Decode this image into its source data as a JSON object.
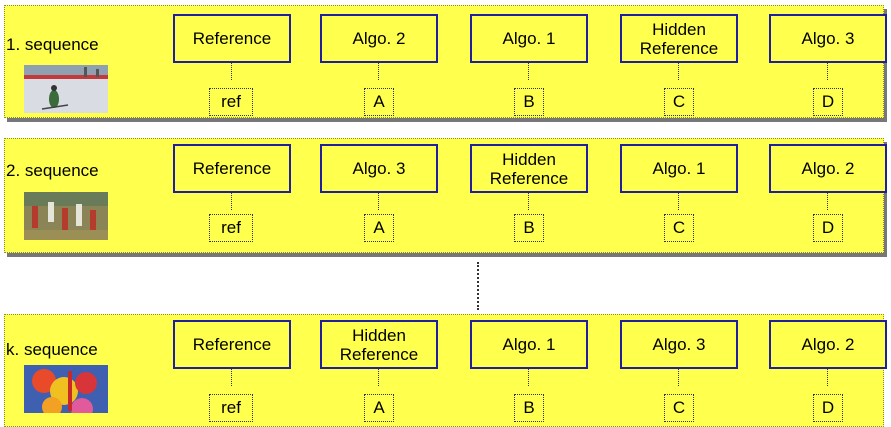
{
  "rows": [
    {
      "label": "1. sequence",
      "boxes": [
        "Reference",
        "Algo. 2",
        "Algo. 1",
        "Hidden\nReference",
        "Algo. 3"
      ],
      "letters": [
        "ref",
        "A",
        "B",
        "C",
        "D"
      ]
    },
    {
      "label": "2. sequence",
      "boxes": [
        "Reference",
        "Algo. 3",
        "Hidden\nReference",
        "Algo. 1",
        "Algo. 2"
      ],
      "letters": [
        "ref",
        "A",
        "B",
        "C",
        "D"
      ]
    },
    {
      "label": "k. sequence",
      "boxes": [
        "Reference",
        "Hidden\nReference",
        "Algo. 1",
        "Algo. 3",
        "Algo. 2"
      ],
      "letters": [
        "ref",
        "A",
        "B",
        "C",
        "D"
      ]
    }
  ],
  "colors": {
    "band": "#ffff4d",
    "box_border": "#1f1fa0",
    "shadow": "#777777"
  }
}
